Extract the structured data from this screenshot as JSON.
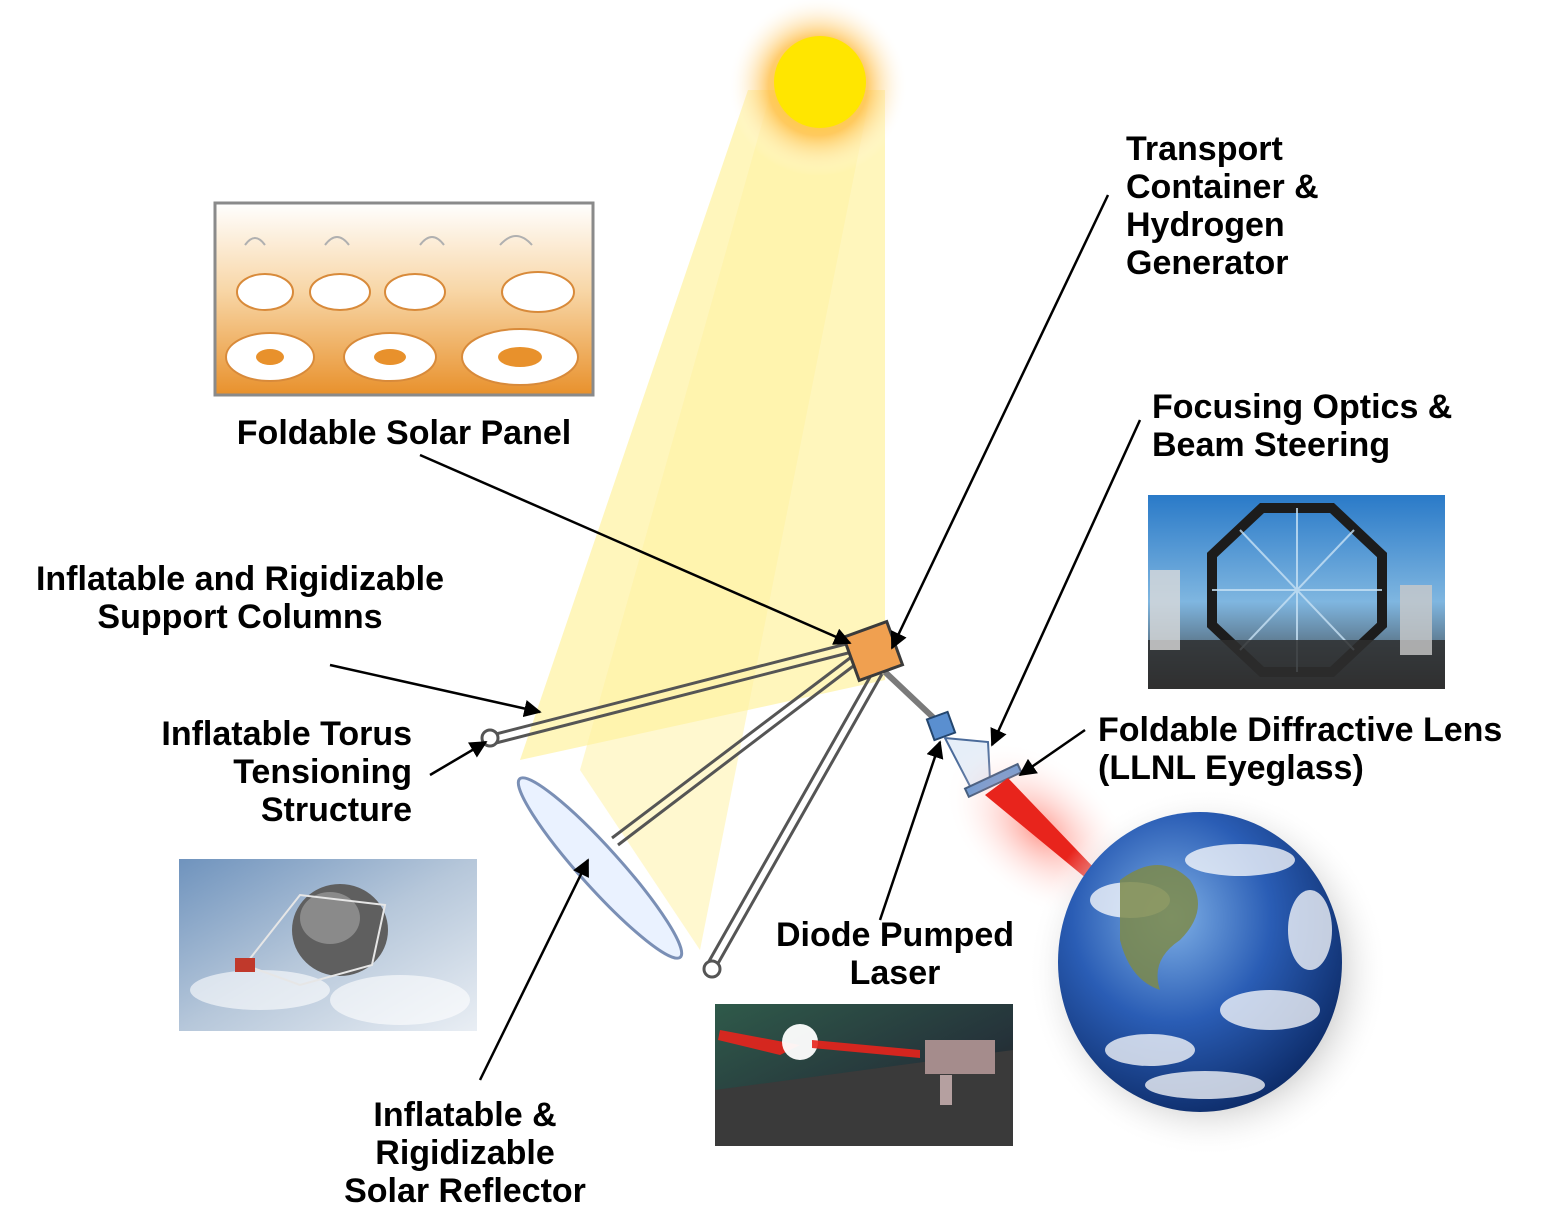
{
  "labels": {
    "transport": [
      "Transport",
      "Container &",
      "Hydrogen",
      "Generator"
    ],
    "foldable_solar_panel": [
      "Foldable Solar Panel"
    ],
    "focusing_optics": [
      "Focusing Optics &",
      "Beam Steering"
    ],
    "support_columns": [
      "Inflatable and Rigidizable",
      "Support Columns"
    ],
    "torus": [
      "Inflatable Torus",
      "Tensioning",
      "Structure"
    ],
    "diffractive_lens": [
      "Foldable Diffractive Lens",
      "(LLNL Eyeglass)"
    ],
    "diode_laser": [
      "Diode Pumped",
      "Laser"
    ],
    "solar_reflector": [
      "Inflatable &",
      "Rigidizable",
      "Solar Reflector"
    ]
  },
  "colors": {
    "sun": "#ffe600",
    "sun_glow": "#ffb347",
    "light_cone": "#fff6b8",
    "container": "#f0a050",
    "optics": "#5a8fd0",
    "laser_beam": "#e8241c",
    "earth_ocean": "#1f4fa8"
  }
}
